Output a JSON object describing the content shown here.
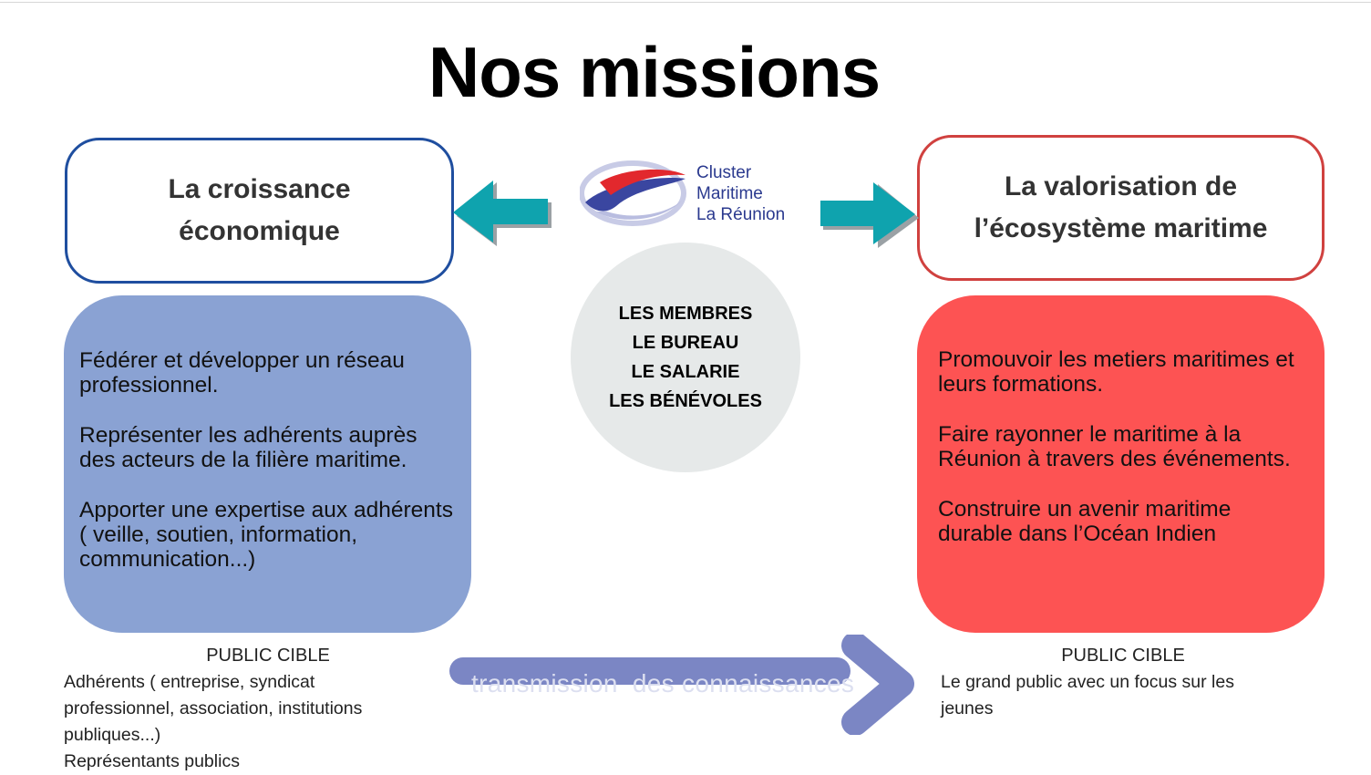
{
  "title": "Nos missions",
  "logo": {
    "lines": [
      "Cluster",
      "Maritime",
      "La Réunion"
    ],
    "colors": {
      "red": "#e2282d",
      "blue": "#2b3a8f"
    }
  },
  "left": {
    "heading_lines": [
      "La croissance",
      "économique"
    ],
    "items": [
      "Fédérer et développer un réseau professionnel.",
      "Représenter les adhérents  auprès des acteurs de la filière maritime.",
      "Apporter une expertise aux adhérents ( veille, soutien, information, communication...)"
    ],
    "public_title": "PUBLIC CIBLE",
    "public_lines": [
      "Adhérents ( entreprise, syndicat",
      "professionnel, association, institutions",
      "publiques...)",
      "Représentants  publics"
    ],
    "colors": {
      "border": "#1f4e9f",
      "fill": "#8aa2d3"
    }
  },
  "right": {
    "heading_lines": [
      "La valorisation de",
      "l’écosystème  maritime"
    ],
    "items": [
      "Promouvoir les metiers maritimes et leurs formations.",
      "Faire rayonner le maritime à la Réunion à travers des événements.",
      "Construire un avenir maritime durable dans l’Océan Indien"
    ],
    "public_title": "PUBLIC CIBLE",
    "public_lines": [
      "Le grand public avec un focus sur les",
      "jeunes"
    ],
    "colors": {
      "border": "#d0413f",
      "fill": "#fd5353"
    }
  },
  "center": {
    "lines": [
      "LES MEMBRES",
      "LE BUREAU",
      "LE SALARIE",
      "LES BÉNÉVOLES"
    ],
    "fill": "#e6e9e9"
  },
  "arrows": {
    "color": "#0fa3ae"
  },
  "transmission": {
    "label": "transmission  des connaissances",
    "color": "#7b86c4"
  }
}
